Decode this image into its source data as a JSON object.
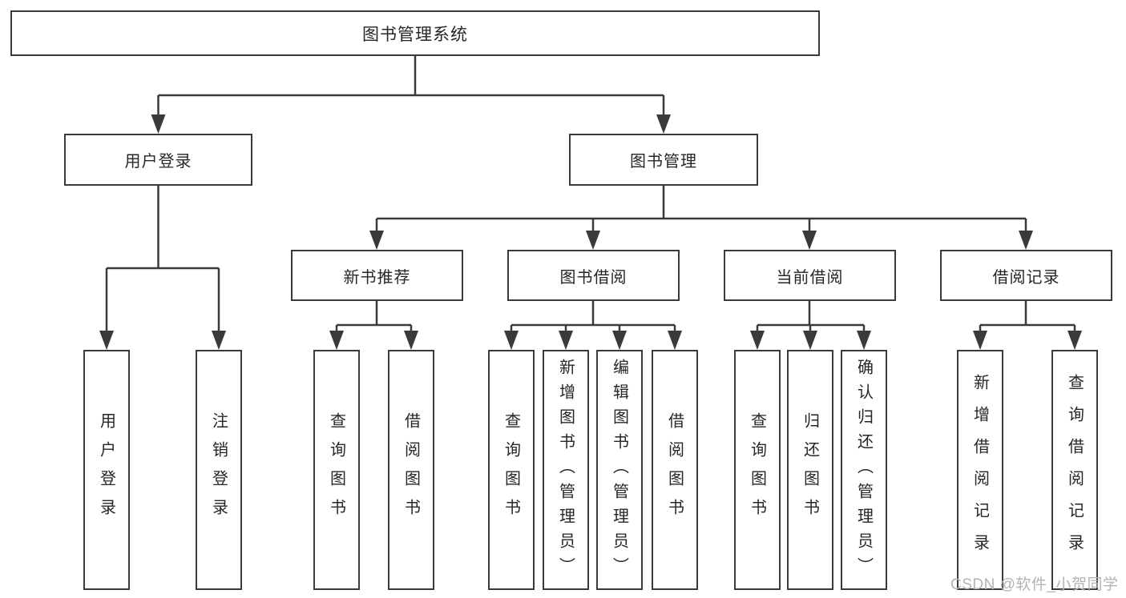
{
  "colors": {
    "background": "#ffffff",
    "line": "#3a3a3a",
    "text": "#262626",
    "watermark": "#b3b3b3"
  },
  "tree": {
    "root": {
      "label": "图书管理系统"
    },
    "branches": [
      {
        "label": "用户登录",
        "children": [
          {
            "label": "用户登录"
          },
          {
            "label": "注销登录"
          }
        ]
      },
      {
        "label": "图书管理",
        "children": [
          {
            "label": "新书推荐",
            "children": [
              {
                "label": "查询图书"
              },
              {
                "label": "借阅图书"
              }
            ]
          },
          {
            "label": "图书借阅",
            "children": [
              {
                "label": "查询图书"
              },
              {
                "label": "新增图书（管理员）"
              },
              {
                "label": "编辑图书（管理员）"
              },
              {
                "label": "借阅图书"
              }
            ]
          },
          {
            "label": "当前借阅",
            "children": [
              {
                "label": "查询图书"
              },
              {
                "label": "归还图书"
              },
              {
                "label": "确认归还（管理员）"
              }
            ]
          },
          {
            "label": "借阅记录",
            "children": [
              {
                "label": "新增借阅记录"
              },
              {
                "label": "查询借阅记录"
              }
            ]
          }
        ]
      }
    ]
  },
  "watermark": {
    "text": "CSDN @软件_小贺同学"
  }
}
